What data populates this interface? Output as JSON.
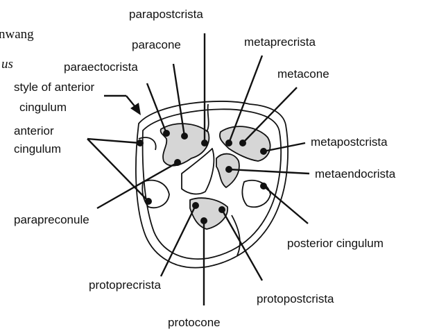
{
  "margin_text": {
    "line1": "nwang",
    "line2": "us"
  },
  "labels": {
    "parapostcrista": "parapostcrista",
    "paracone": "paracone",
    "metaprecrista": "metaprecrista",
    "paraectocrista": "paraectocrista",
    "metacone": "metacone",
    "style_line1": "style of anterior",
    "style_line2": "cingulum",
    "anterior_line1": "anterior",
    "anterior_line2": "cingulum",
    "metapostcrista": "metapostcrista",
    "metaendocrista": "metaendocrista",
    "parapreconule": "parapreconule",
    "posterior_cingulum": "posterior cingulum",
    "protoprecrista": "protoprecrista",
    "protopostcrista": "protopostcrista",
    "protocone": "protocone"
  },
  "colors": {
    "ink": "#111111",
    "basin_fill": "#d6d6d6",
    "background": "#ffffff"
  }
}
